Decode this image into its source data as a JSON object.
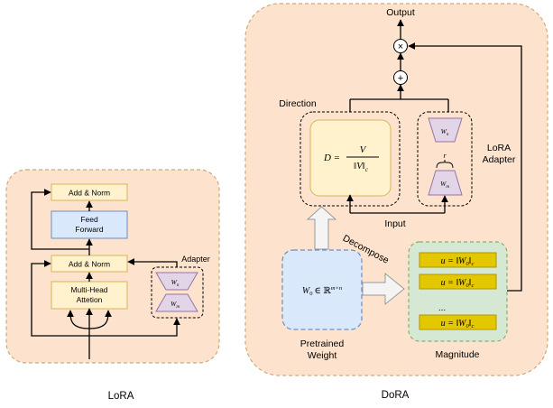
{
  "lora": {
    "caption": "LoRA",
    "add_norm_top": "Add & Norm",
    "feed_forward_line1": "Feed",
    "feed_forward_line2": "Forward",
    "add_norm_mid": "Add & Norm",
    "mha_line1": "Multi-Head",
    "mha_line2": "Attetion",
    "adapter_label": "Adapter",
    "w_top": "W",
    "w_top_sub": "n",
    "w_bottom": "W",
    "w_bottom_sub": "m"
  },
  "dora": {
    "caption": "DoRA",
    "output_label": "Output",
    "multiply_symbol": "×",
    "add_symbol": "+",
    "direction_label": "Direction",
    "direction_formula": {
      "lhs": "D =",
      "numerator": "V",
      "denominator": "‖V‖",
      "denominator_sub": "c"
    },
    "lora_adapter_line1": "LoRA",
    "lora_adapter_line2": "Adapter",
    "w_top": "W",
    "w_top_sub": "n",
    "w_bottom": "W",
    "w_bottom_sub": "m",
    "rank_label": "r",
    "input_label": "Input",
    "decompose_label": "Decompose",
    "pretrained_formula": {
      "w": "W",
      "w_sub": "0",
      "in_r": "∈ ℝ",
      "sup": "m×n"
    },
    "pretrained_line1": "Pretrained",
    "pretrained_line2": "Weight",
    "magnitude_label": "Magnitude",
    "magnitude_rows": [
      {
        "lhs": "u = ‖W",
        "sub0": "0",
        "rhs": "‖",
        "subc": "c"
      },
      {
        "lhs": "u = ‖W",
        "sub0": "0",
        "rhs": "‖",
        "subc": "c"
      },
      {
        "lhs": "u = ‖W",
        "sub0": "0",
        "rhs": "‖",
        "subc": "c"
      }
    ],
    "magnitude_ellipsis": "..."
  },
  "colors": {
    "panel_fill": "#fde3cd",
    "panel_stroke": "#cdaa7d",
    "box_yellow": "#fff2cc",
    "box_yellow_stroke": "#d6b656",
    "box_blue": "#dae8fc",
    "box_blue_stroke": "#6c8ebf",
    "purple": "#e1d5e7",
    "purple_stroke": "#9673a6",
    "green": "#d5e8d4",
    "green_stroke": "#82b366",
    "gold": "#e3c800",
    "gold_stroke": "#b09500"
  }
}
